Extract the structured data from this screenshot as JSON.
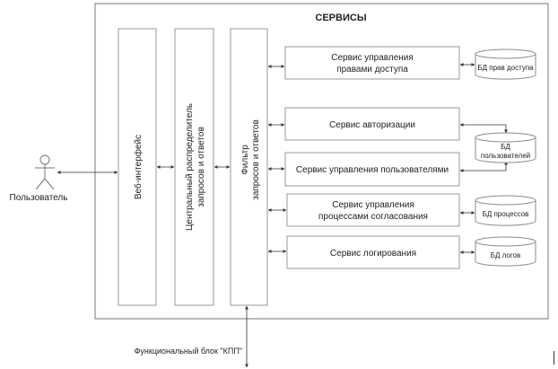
{
  "diagram": {
    "container_title": "СЕРВИСЫ",
    "actor": {
      "label": "Пользователь",
      "icon": "stick-figure-icon"
    },
    "columns": [
      {
        "id": "web",
        "lines": [
          "Веб-интерфейс"
        ]
      },
      {
        "id": "dispatcher",
        "lines": [
          "Центральный распределитель",
          "запросов и ответов"
        ]
      },
      {
        "id": "filter",
        "lines": [
          "Фильтр",
          "запросов и ответов"
        ]
      }
    ],
    "services": [
      {
        "id": "access",
        "lines": [
          "Сервис управления",
          "правами доступа"
        ]
      },
      {
        "id": "auth",
        "lines": [
          "Сервис  авторизации"
        ]
      },
      {
        "id": "users",
        "lines": [
          "Сервис управления пользователями"
        ]
      },
      {
        "id": "process",
        "lines": [
          "Сервис управления",
          "процессами согласования"
        ]
      },
      {
        "id": "logging",
        "lines": [
          "Сервис логирования"
        ]
      }
    ],
    "databases": [
      {
        "id": "access-db",
        "lines": [
          "БД прав доступа"
        ]
      },
      {
        "id": "users-db",
        "lines": [
          "БД",
          "пользователей"
        ]
      },
      {
        "id": "process-db",
        "lines": [
          "БД процессов"
        ]
      },
      {
        "id": "logs-db",
        "lines": [
          "БД логов"
        ]
      }
    ],
    "external_block": "Функциональный блок \"КПП\"",
    "colors": {
      "stroke": "#9a9a9a",
      "arrow": "#333333",
      "text": "#222222"
    }
  }
}
